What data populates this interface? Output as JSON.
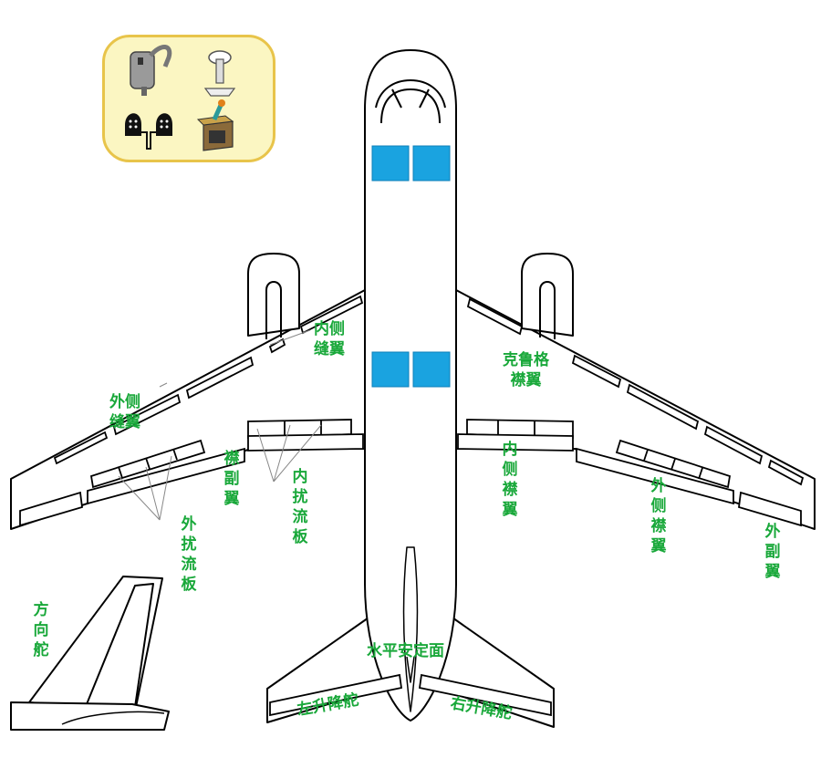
{
  "labels": {
    "inner_slat": "内侧\n缝翼",
    "outer_slat": "外侧\n缝翼",
    "krueger_flap": "克鲁格\n襟翼",
    "flaperon": "襟副翼",
    "inner_spoiler": "内扰流板",
    "outer_spoiler": "外扰流板",
    "inner_flap": "内侧襟翼",
    "outer_flap": "外侧襟翼",
    "outer_aileron": "外副翼",
    "rudder": "方向舵",
    "horizontal_stabilizer": "水平安定面",
    "left_elevator": "左升降舵",
    "right_elevator": "右升降舵"
  },
  "colors": {
    "label_green": "#19a83a",
    "cockpit_blue": "#1aa3e0",
    "legend_bg": "#fbf6c2",
    "legend_border": "#e8c44a",
    "outline": "#000000"
  },
  "legend_icons": [
    "control-column-icon",
    "throttle-lever-icon",
    "rudder-pedals-icon",
    "flap-lever-icon"
  ]
}
